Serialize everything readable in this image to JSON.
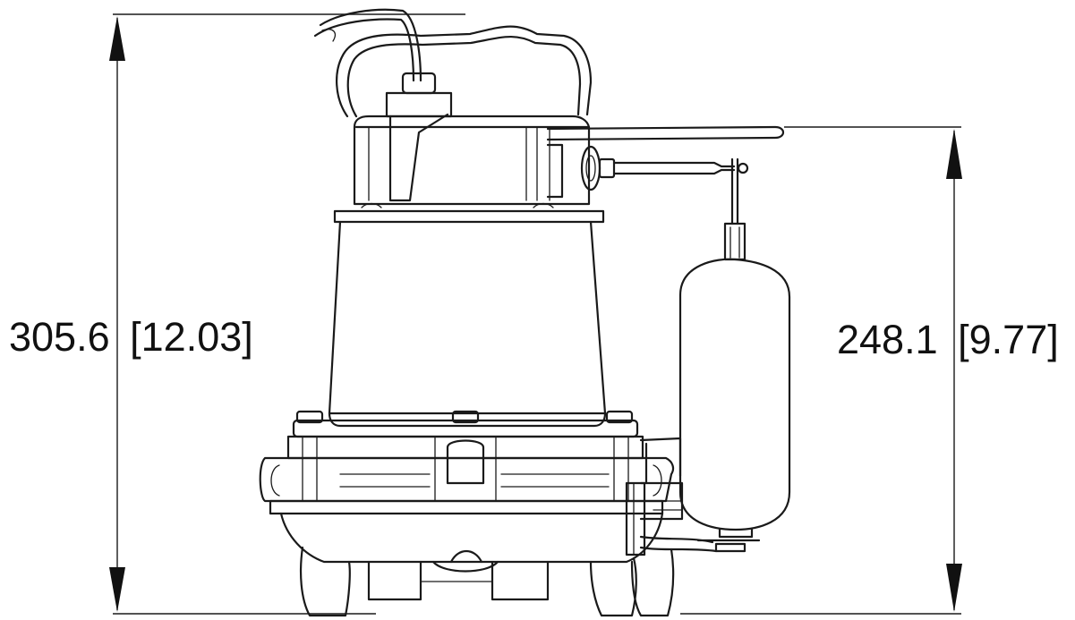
{
  "dimensions": {
    "overall_height": {
      "value": "305.6",
      "imperial": "[12.03]"
    },
    "float_height": {
      "value": "248.1",
      "imperial": "[9.77]"
    }
  },
  "colors": {
    "line": "#1a1a1a",
    "background": "#ffffff"
  }
}
